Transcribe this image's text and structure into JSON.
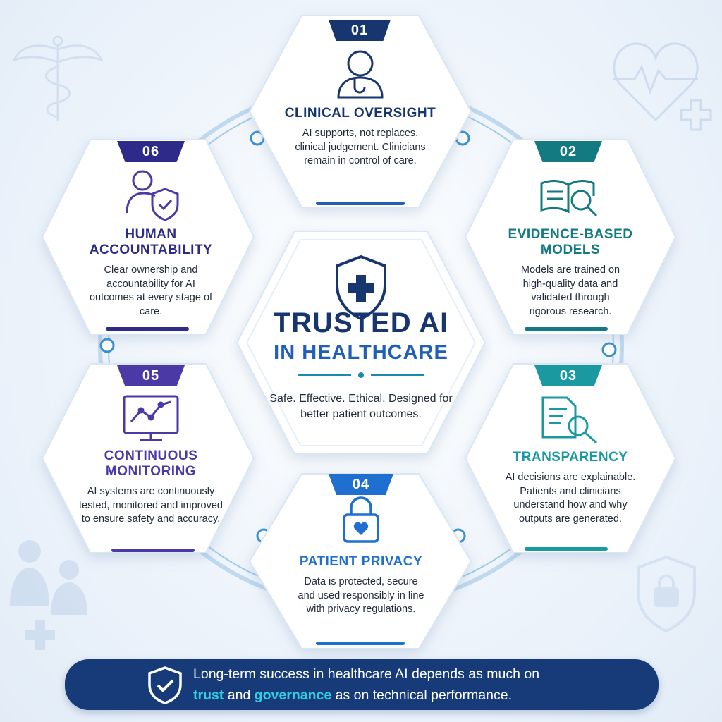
{
  "center": {
    "title_line1": "TRUSTED AI",
    "title_line2": "IN HEALTHCARE",
    "tagline": "Safe. Effective. Ethical. Designed for better patient outcomes."
  },
  "pillars": [
    {
      "number": "01",
      "title": "CLINICAL OVERSIGHT",
      "description": "AI supports, not replaces, clinical judgement. Clinicians remain in control of care.",
      "icon": "doctor-icon",
      "color": "#17356e"
    },
    {
      "number": "02",
      "title": "EVIDENCE-BASED MODELS",
      "description": "Models are trained on high-quality data and validated through rigorous research.",
      "icon": "book-magnifier-icon",
      "color": "#127a80"
    },
    {
      "number": "03",
      "title": "TRANSPARENCY",
      "description": "AI decisions are explainable. Patients and clinicians understand how and why outputs are generated.",
      "icon": "document-search-icon",
      "color": "#1a9aa0"
    },
    {
      "number": "04",
      "title": "PATIENT PRIVACY",
      "description": "Data is protected, secure and used responsibly in line with privacy regulations.",
      "icon": "padlock-heart-icon",
      "color": "#1f6fd0"
    },
    {
      "number": "05",
      "title": "CONTINUOUS MONITORING",
      "description": "AI systems are continuously tested, monitored and improved to ensure safety and accuracy.",
      "icon": "monitor-chart-icon",
      "color": "#4b3aa6"
    },
    {
      "number": "06",
      "title": "HUMAN ACCOUNTABILITY",
      "description": "Clear ownership and accountability for AI outcomes at every stage of care.",
      "icon": "person-shield-icon",
      "color": "#2d2a8a"
    }
  ],
  "banner": {
    "text_part1": "Long-term success in healthcare AI depends as much on",
    "highlight1": "trust",
    "text_part2": "and",
    "highlight2": "governance",
    "text_part3": "as on technical performance.",
    "icon": "shield-check-icon"
  },
  "colors": {
    "navy": "#17356e",
    "teal": "#127a80",
    "blue": "#1f6fd0",
    "purple": "#4b3aa6",
    "cyan": "#2fd0e0"
  }
}
